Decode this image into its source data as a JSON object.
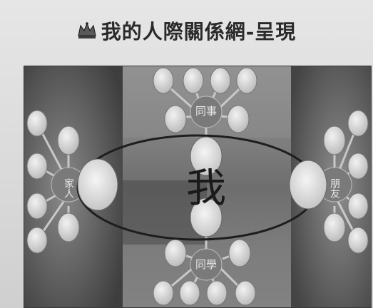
{
  "title": {
    "icon": "crown-icon",
    "text": "我的人際關係網-呈現"
  },
  "diagram": {
    "center_label": "我",
    "groups": {
      "top": "同事",
      "bottom": "同學",
      "left": "家人",
      "right": "朋友"
    }
  }
}
